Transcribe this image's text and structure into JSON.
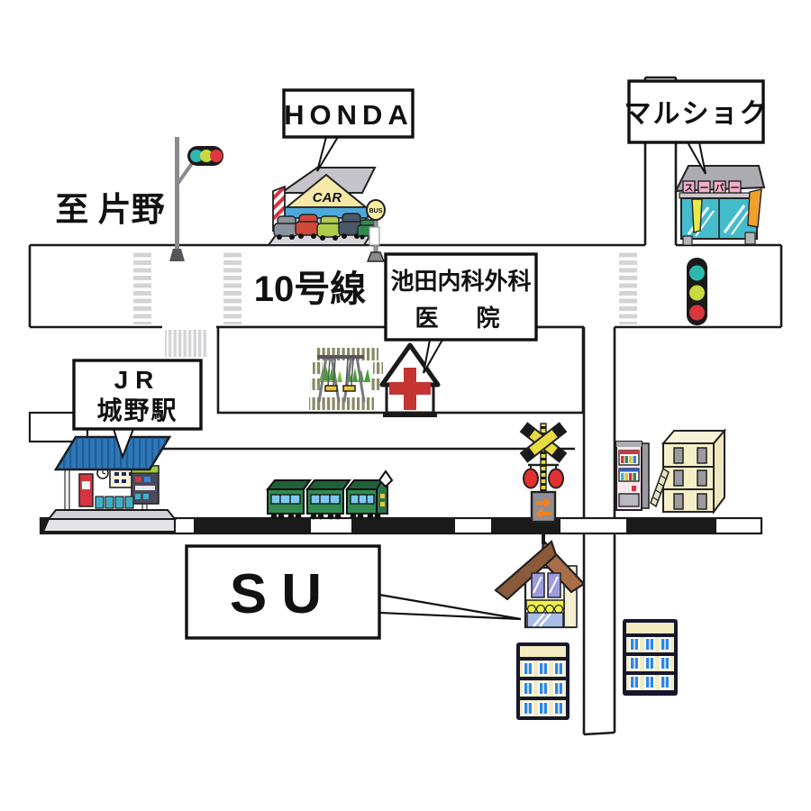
{
  "map": {
    "road_name": "10号線",
    "direction_label": "至 片野",
    "landmarks": {
      "honda": {
        "label": "HONDA",
        "sign": "CAR"
      },
      "marushoku": {
        "label": "マルショク",
        "sign_chars": [
          "ス",
          "ー",
          "パ",
          "ー"
        ]
      },
      "clinic": {
        "label_line1": "池田内科外科",
        "label_line2": "医　院"
      },
      "station": {
        "label_line1": "JR",
        "label_line2": "城野駅"
      },
      "su_store": {
        "label": "SU"
      },
      "bus_stop": {
        "sign": "BUS"
      }
    },
    "colors": {
      "outline": "#1a1a1a",
      "crosswalk_gray": "#d4d4d6",
      "station_roof_blue": "#2e78b8",
      "train_green": "#2f8b50",
      "hospital_cross_red": "#c43430",
      "storefront_teal": "#45bccc",
      "awning_blue": "#4fa8dc",
      "signal_yellow": "#e8dc40",
      "warning_red": "#e23030",
      "arrow_orange": "#f08020",
      "seat_yellow": "#f0c830",
      "cream_wall": "#f5efc8"
    }
  }
}
